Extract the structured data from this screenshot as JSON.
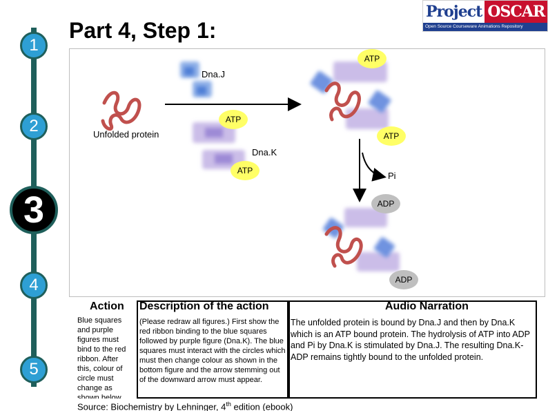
{
  "header": {
    "title": "Part 4, Step 1:"
  },
  "logo": {
    "word1": "Project",
    "word2": "OSCAR",
    "tagline": "Open Source Courseware Animations Repository"
  },
  "steps": [
    "1",
    "2",
    "3",
    "4",
    "5"
  ],
  "diagram": {
    "labels": {
      "dnaj": "Dna.J",
      "dnak": "Dna.K",
      "unfolded": "Unfolded protein",
      "pi": "Pi"
    },
    "bubbles": {
      "atp_top": "ATP",
      "atp_mid": "ATP",
      "atp_right": "ATP",
      "atp_dnak": "ATP",
      "adp_mid": "ADP",
      "adp_bottom": "ADP"
    }
  },
  "table": {
    "headers": {
      "action": "Action",
      "description": "Description of the action",
      "narration": "Audio Narration"
    },
    "action": "Blue squares and purple figures must bind to the red ribbon. After this, colour of circle must change as shown below.",
    "description": "(Please redraw all figures.) First show the red ribbon binding to the blue squares followed by purple figure (Dna.K). The blue squares must interact with the circles which must then change colour as shown in the bottom figure and the arrow stemming out of the downward arrow must appear.",
    "narration": "The unfolded protein is bound by Dna.J and then by Dna.K which is an ATP bound protein. The hydrolysis of ATP into ADP and Pi  by Dna.K is stimulated by Dna.J. The resulting Dna.K-ADP remains tightly bound to the unfolded protein."
  },
  "source": {
    "text": "Source: Biochemistry by Lehninger, 4",
    "sup": "th",
    "tail": " edition (ebook)"
  },
  "colors": {
    "rail": "#1f5f5b",
    "step": "#2e9fd4",
    "atp": "#ffff66",
    "adp": "#bfbfbf"
  }
}
